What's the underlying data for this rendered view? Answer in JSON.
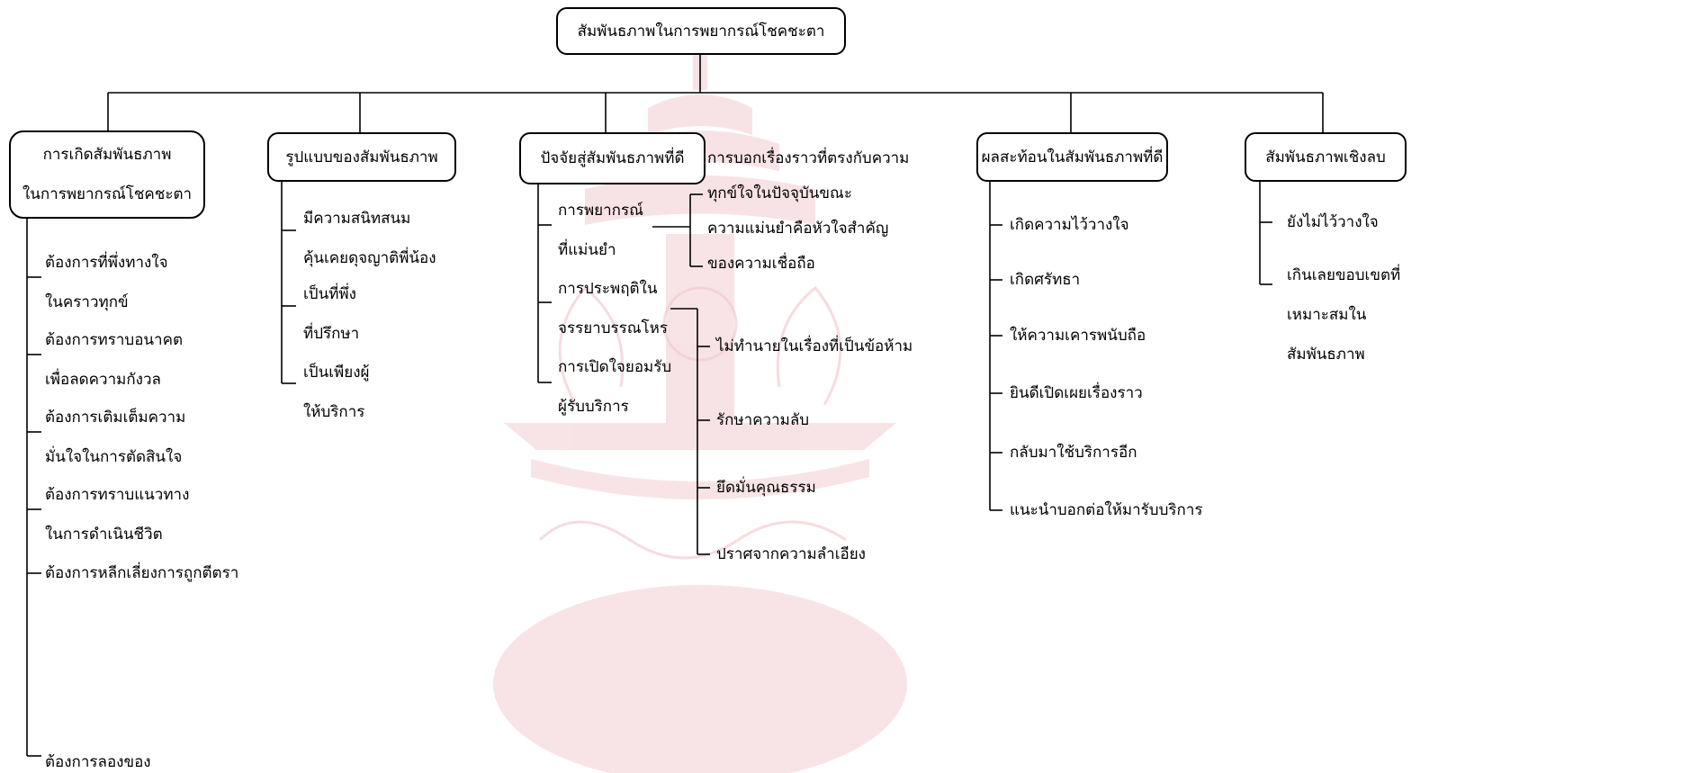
{
  "root": "สัมพันธภาพในการพยากรณ์โชคชะตา",
  "col1": {
    "title": [
      "การเกิดสัมพันธภาพ",
      "ในการพยากรณ์โชคชะตา"
    ],
    "items": [
      [
        "ต้องการที่พึ่งทางใจ",
        "ในคราวทุกข์"
      ],
      [
        "ต้องการทราบอนาคต",
        "เพื่อลดความกังวล"
      ],
      [
        "ต้องการเติมเต็มความ",
        "มั่นใจในการตัดสินใจ"
      ],
      [
        "ต้องการทราบแนวทาง",
        "ในการดำเนินชีวิต"
      ],
      [
        "ต้องการหลีกเลี่ยงการถูกตีตรา"
      ],
      [
        "ต้องการลองของ"
      ]
    ]
  },
  "col2": {
    "title": "รูปแบบของสัมพันธภาพ",
    "items": [
      [
        "มีความสนิทสนม",
        "คุ้นเคยดุจญาติพี่น้อง"
      ],
      [
        "เป็นที่พึ่ง",
        "ที่ปรึกษา"
      ],
      [
        "เป็นเพียงผู้",
        "ให้บริการ"
      ]
    ]
  },
  "col3": {
    "title": "ปัจจัยสู่สัมพันธภาพที่ดี",
    "items": [
      [
        "การพยากรณ์",
        "ที่แม่นยำ"
      ],
      [
        "การประพฤติใน",
        "จรรยาบรรณโหร"
      ],
      [
        "การเปิดใจยอมรับ",
        "ผู้รับบริการ"
      ]
    ],
    "accuracy_sub": [
      [
        "การบอกเรื่องราวที่ตรงกับความ",
        "ทุกข์ใจในปัจจุบันขณะ"
      ],
      [
        "ความแม่นยำคือหัวใจสำคัญ",
        "ของความเชื่อถือ"
      ]
    ],
    "ethics_sub": [
      "ไม่ทำนายในเรื่องที่เป็นข้อห้าม",
      "รักษาความลับ",
      "ยึดมั่นคุณธรรม",
      "ปราศจากความลำเอียง"
    ]
  },
  "col4": {
    "title": "ผลสะท้อนในสัมพันธภาพที่ดี",
    "items": [
      "เกิดความไว้วางใจ",
      "เกิดศรัทธา",
      "ให้ความเคารพนับถือ",
      "ยินดีเปิดเผยเรื่องราว",
      "กลับมาใช้บริการอีก",
      "แนะนำบอกต่อให้มารับบริการ"
    ]
  },
  "col5": {
    "title": "สัมพันธภาพเชิงลบ",
    "items": [
      [
        "ยังไม่ไว้วางใจ"
      ],
      [
        "เกินเลยขอบเขตที่",
        "เหมาะสมใน",
        "สัมพันธภาพ"
      ]
    ]
  },
  "watermark_color": "#f2cdd2"
}
